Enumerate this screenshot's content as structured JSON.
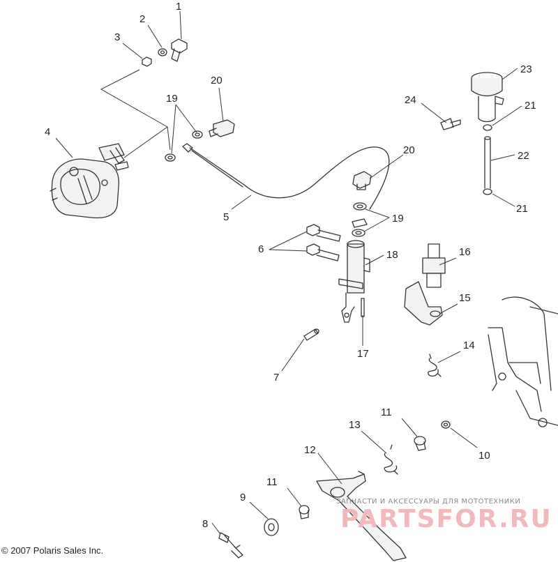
{
  "diagram": {
    "callouts": [
      {
        "id": "c1",
        "text": "1"
      },
      {
        "id": "c2",
        "text": "2"
      },
      {
        "id": "c3",
        "text": "3"
      },
      {
        "id": "c4",
        "text": "4"
      },
      {
        "id": "c5",
        "text": "5"
      },
      {
        "id": "c6",
        "text": "6"
      },
      {
        "id": "c7",
        "text": "7"
      },
      {
        "id": "c8",
        "text": "8"
      },
      {
        "id": "c9",
        "text": "9"
      },
      {
        "id": "c10",
        "text": "10"
      },
      {
        "id": "c11a",
        "text": "11"
      },
      {
        "id": "c11b",
        "text": "11"
      },
      {
        "id": "c12",
        "text": "12"
      },
      {
        "id": "c13",
        "text": "13"
      },
      {
        "id": "c14",
        "text": "14"
      },
      {
        "id": "c15",
        "text": "15"
      },
      {
        "id": "c16",
        "text": "16"
      },
      {
        "id": "c17",
        "text": "17"
      },
      {
        "id": "c18",
        "text": "18"
      },
      {
        "id": "c19a",
        "text": "19"
      },
      {
        "id": "c19b",
        "text": "19"
      },
      {
        "id": "c20a",
        "text": "20"
      },
      {
        "id": "c20b",
        "text": "20"
      },
      {
        "id": "c21a",
        "text": "21"
      },
      {
        "id": "c21b",
        "text": "21"
      },
      {
        "id": "c22",
        "text": "22"
      },
      {
        "id": "c23",
        "text": "23"
      },
      {
        "id": "c24",
        "text": "24"
      }
    ],
    "copyright": "© 2007 Polaris Sales Inc.",
    "watermark_tagline": "ЗАПЧАСТИ И АКСЕССУАРЫ ДЛЯ МОТОТЕХНИКИ",
    "watermark_logo": "PARTSFOR.RU"
  }
}
